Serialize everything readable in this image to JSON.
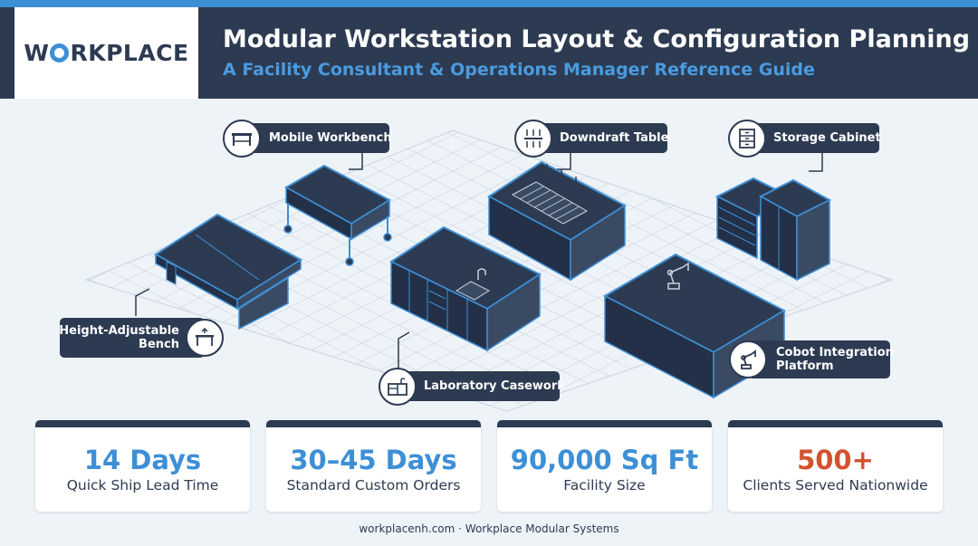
{
  "header": {
    "logo_prefix": "W",
    "logo_suffix": "RKPLACE",
    "title": "Modular Workstation Layout & Configuration Planning",
    "subtitle": "A Facility Consultant & Operations Manager Reference Guide"
  },
  "callouts": [
    {
      "label": "Mobile Workbench",
      "icon": "workbench-icon"
    },
    {
      "label": "Downdraft Table",
      "icon": "downdraft-icon"
    },
    {
      "label": "Storage Cabinet",
      "icon": "cabinet-icon"
    },
    {
      "label_line1": "Height-Adjustable",
      "label_line2": "Bench",
      "icon": "adjustable-bench-icon"
    },
    {
      "label": "Laboratory Casework",
      "icon": "casework-icon"
    },
    {
      "label_line1": "Cobot Integration",
      "label_line2": "Platform",
      "icon": "robot-arm-icon"
    }
  ],
  "stats": [
    {
      "value": "14 Days",
      "label": "Quick Ship Lead Time"
    },
    {
      "value": "30–45 Days",
      "label": "Standard Custom Orders"
    },
    {
      "value": "90,000 Sq Ft",
      "label": "Facility Size"
    },
    {
      "value": "500+",
      "label": "Clients Served Nationwide"
    }
  ],
  "footer": "workplacenh.com · Workplace Modular Systems",
  "colors": {
    "navy": "#2d3b52",
    "accent_blue": "#3d8fd6",
    "accent_orange": "#d2522f",
    "background": "#eef3f8"
  }
}
